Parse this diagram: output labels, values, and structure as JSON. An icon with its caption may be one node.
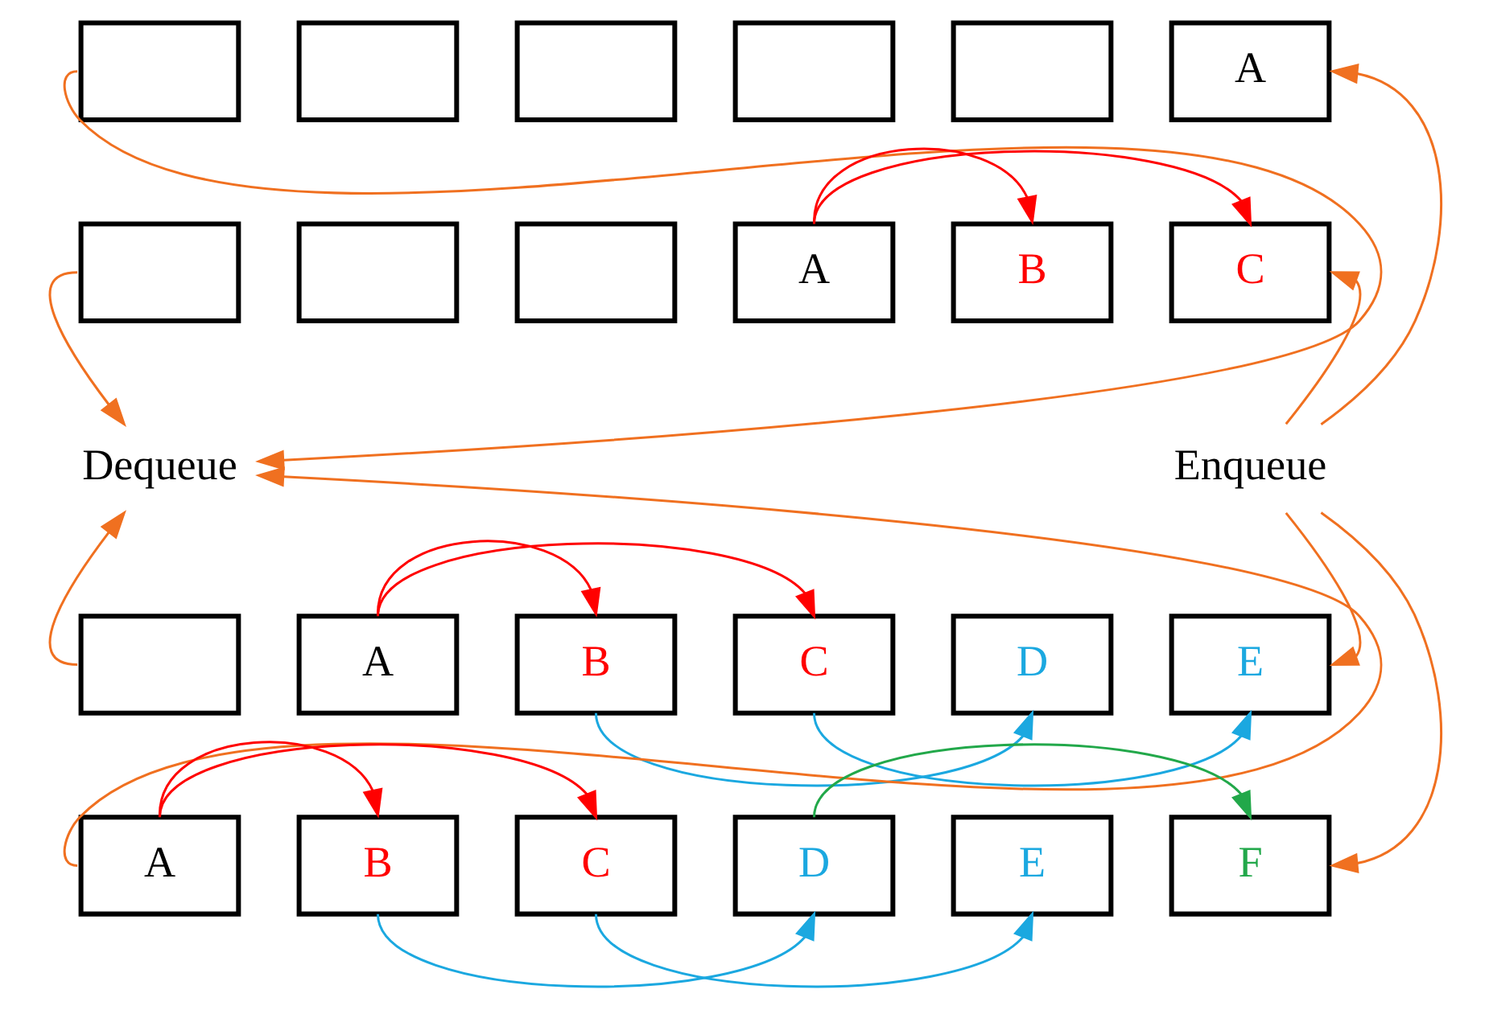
{
  "diagram": {
    "nodes": [
      {
        "text": [],
        "shape": "box"
      },
      {
        "text": [],
        "shape": "box"
      },
      {
        "text": [],
        "shape": "box"
      },
      {
        "text": [],
        "shape": "box"
      },
      {
        "text": [],
        "shape": "box"
      },
      {
        "text": [
          "A"
        ]
      },
      {
        "text": [],
        "shape": "box"
      },
      {
        "text": [],
        "shape": "box"
      },
      {
        "text": [],
        "shape": "box"
      },
      {
        "text": [
          "A"
        ]
      },
      {
        "text": [
          "B"
        ]
      },
      {
        "text": [
          "C"
        ]
      },
      {
        "text": [
          "Dequeue"
        ]
      },
      {
        "text": [
          "Enqueue"
        ]
      },
      {
        "text": [],
        "shape": "box"
      },
      {
        "text": [
          "A"
        ]
      },
      {
        "text": [
          "B"
        ]
      },
      {
        "text": [
          "C"
        ]
      },
      {
        "text": [
          "D"
        ]
      },
      {
        "text": [
          "E"
        ]
      },
      {
        "text": [
          "A"
        ]
      },
      {
        "text": [
          "B"
        ]
      },
      {
        "text": [
          "C"
        ]
      },
      {
        "text": [
          "D"
        ]
      },
      {
        "text": [
          "E"
        ]
      },
      {
        "text": [
          "F"
        ]
      }
    ],
    "edges": [
      {
        "from": 0,
        "to": 12,
        "arrow": "to"
      },
      {
        "from": 6,
        "to": 12,
        "arrow": "to"
      },
      {
        "from": 14,
        "to": 12,
        "arrow": "to"
      },
      {
        "from": 20,
        "to": 12,
        "arrow": "to"
      },
      {
        "from": 13,
        "to": 5,
        "arrow": "to"
      },
      {
        "from": 13,
        "to": 11,
        "arrow": "to"
      },
      {
        "from": 13,
        "to": 19,
        "arrow": "to"
      },
      {
        "from": 13,
        "to": 25,
        "arrow": "to"
      },
      {
        "from": 9,
        "to": 10,
        "arrow": "to",
        "color": "#ff0000"
      },
      {
        "from": 9,
        "to": 11,
        "arrow": "to",
        "color": "#ff0000"
      },
      {
        "from": 15,
        "to": 16,
        "arrow": "to",
        "color": "#ff0000"
      },
      {
        "from": 15,
        "to": 17,
        "arrow": "to",
        "color": "#ff0000"
      },
      {
        "from": 16,
        "to": 18,
        "arrow": "to",
        "color": "#1ba8e0"
      },
      {
        "from": 17,
        "to": 19,
        "arrow": "to",
        "color": "#1ba8e0"
      },
      {
        "from": 20,
        "to": 21,
        "arrow": "to",
        "color": "#ff0000"
      },
      {
        "from": 20,
        "to": 22,
        "arrow": "to",
        "color": "#ff0000"
      },
      {
        "from": 21,
        "to": 23,
        "arrow": "to",
        "color": "#1ba8e0"
      },
      {
        "from": 22,
        "to": 24,
        "arrow": "to",
        "color": "#1ba8e0"
      },
      {
        "from": 23,
        "to": 25,
        "arrow": "to",
        "color": "#22a84a"
      }
    ]
  }
}
